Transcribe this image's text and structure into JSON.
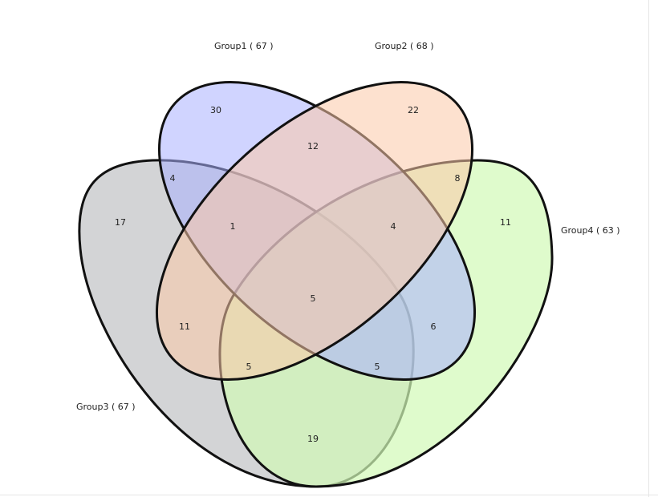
{
  "sets": [
    {
      "id": "g1",
      "label": "Group1 ( 67 )",
      "fill": "#aab0ff"
    },
    {
      "id": "g2",
      "label": "Group2 ( 68 )",
      "fill": "#fcc9a8"
    },
    {
      "id": "g3",
      "label": "Group3 ( 67 )",
      "fill": "#c1c2c5"
    },
    {
      "id": "g4",
      "label": "Group4 ( 63 )",
      "fill": "#d1f9b6"
    }
  ],
  "regions": [
    {
      "sets": [
        "g1"
      ],
      "value": "30"
    },
    {
      "sets": [
        "g2"
      ],
      "value": "22"
    },
    {
      "sets": [
        "g1",
        "g2"
      ],
      "value": "12"
    },
    {
      "sets": [
        "g1",
        "g3"
      ],
      "value": "4"
    },
    {
      "sets": [
        "g2",
        "g4"
      ],
      "value": "8"
    },
    {
      "sets": [
        "g3"
      ],
      "value": "17"
    },
    {
      "sets": [
        "g4"
      ],
      "value": "11"
    },
    {
      "sets": [
        "g1",
        "g2",
        "g3"
      ],
      "value": "1"
    },
    {
      "sets": [
        "g1",
        "g2",
        "g4"
      ],
      "value": "4"
    },
    {
      "sets": [
        "g1",
        "g2",
        "g3",
        "g4"
      ],
      "value": "5"
    },
    {
      "sets": [
        "g2",
        "g3"
      ],
      "value": "11"
    },
    {
      "sets": [
        "g1",
        "g4"
      ],
      "value": "6"
    },
    {
      "sets": [
        "g2",
        "g3",
        "g4"
      ],
      "value": "5"
    },
    {
      "sets": [
        "g1",
        "g3",
        "g4"
      ],
      "value": "5"
    },
    {
      "sets": [
        "g3",
        "g4"
      ],
      "value": "19"
    }
  ],
  "style": {
    "outline": "#111111"
  }
}
